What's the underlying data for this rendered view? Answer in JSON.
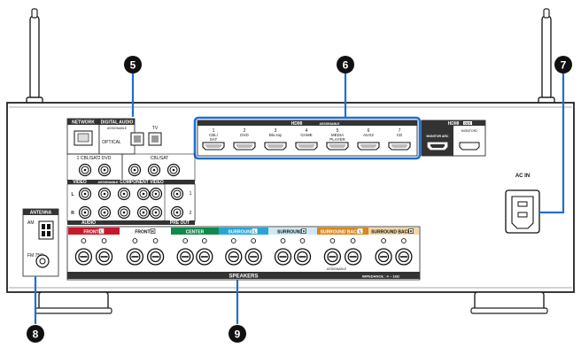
{
  "callouts": {
    "c5": "5",
    "c6": "6",
    "c7": "7",
    "c8": "8",
    "c9": "9"
  },
  "colors": {
    "highlight": "#1f6fd1",
    "front": "#c8182b",
    "center": "#0f8a4a",
    "surround": "#25a6d9",
    "surround_r_bg": "#cfe8f4",
    "surround_back": "#d9861a",
    "surround_back_r_bg": "#f2d7a6"
  },
  "labels": {
    "network": "NETWORK",
    "digital_audio": "DIGITAL AUDIO",
    "digital_assign": "ASSIGNABLE",
    "optical": "OPTICAL",
    "tv": "TV",
    "hdmi": "HDMI",
    "hdmi_assign": "ASSIGNABLE",
    "hdmi_in": [
      {
        "num": "1",
        "name": "CBL/\nSAT"
      },
      {
        "num": "2",
        "name": "DVD"
      },
      {
        "num": "3",
        "name": "Blu-ray"
      },
      {
        "num": "4",
        "name": "GAME"
      },
      {
        "num": "5",
        "name": "MEDIA\nPLAYER"
      },
      {
        "num": "6",
        "name": "AUX2"
      },
      {
        "num": "7",
        "name": "CD"
      }
    ],
    "hdmi_out": "HDMI",
    "hdmi_out_tag": "OUT",
    "monitor_arc": "MONITOR\nARC",
    "monitor2": "MONITOR2",
    "ac_in": "AC IN",
    "cbl_sat_1": "1 CBL/SAT",
    "dvd_2": "2 DVD",
    "cbl_sat": "CBL/SAT",
    "video": "VIDEO",
    "video_assign": "ASSIGNABLE",
    "component": "COMPONENT VIDEO",
    "audio": "AUDIO",
    "pre_out": "PRE OUT",
    "antenna": "ANTENNA",
    "am": "AM",
    "fm": "FM\n75Ω",
    "speakers": "SPEAKERS",
    "impedance": "IMPEDANCE : 4 ~ 16Ω",
    "assignable": "ASSIGNABLE",
    "front_l": "FRONT",
    "front_r": "FRONT",
    "center": "CENTER",
    "surround_l": "SURROUND",
    "surround_r": "SURROUND",
    "surround_back_l": "SURROUND BACK",
    "surround_back_r": "SURROUND BACK"
  }
}
